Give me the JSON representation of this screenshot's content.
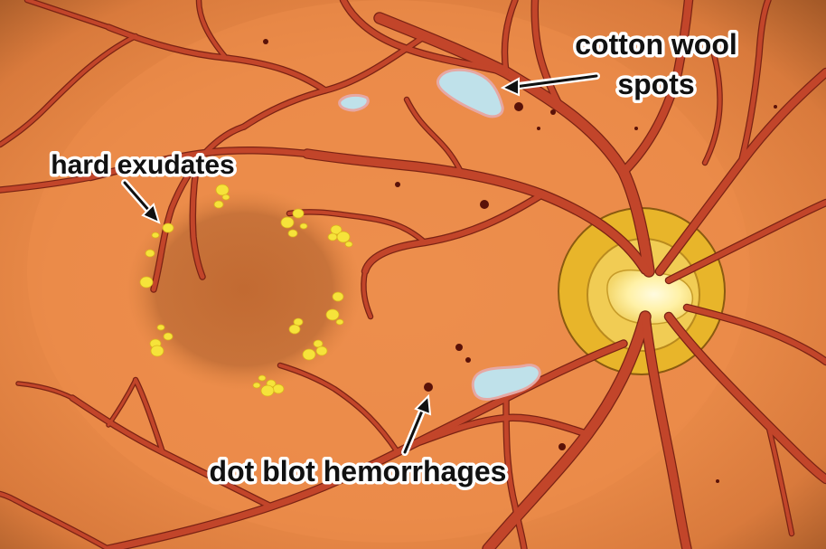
{
  "labels": {
    "cotton_wool_line1": "cotton wool",
    "cotton_wool_line2": "spots",
    "hard_exudates": "hard exudates",
    "dot_blot": "dot blot hemorrhages"
  },
  "colors": {
    "retina": "#e98a48",
    "retina_edge": "#9c5424",
    "macula": "#c56f36",
    "vessel": "#c2452a",
    "vessel_outline": "#7a2314",
    "exudate": "#f6e33a",
    "cotton_wool": "#bfe1ea",
    "hemorrhage": "#5a1208",
    "optic_disc_ring": "#e8b52a",
    "optic_disc_center": "#fff4b8",
    "text": "#111111"
  }
}
